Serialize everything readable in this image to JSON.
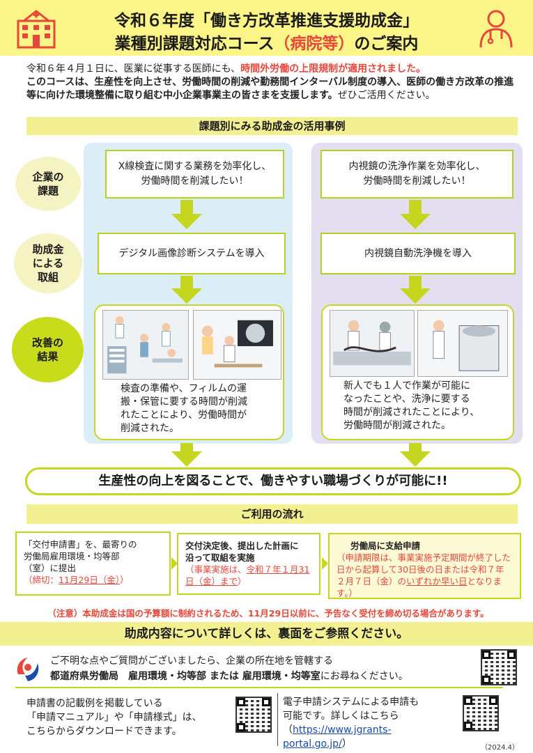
{
  "header": {
    "title_line1": "令和６年度「働き方改革推進支援助成金」",
    "title_line2_a": "業種別課題対応コース",
    "title_line2_b": "（病院等）",
    "title_line2_c": "のご案内"
  },
  "intro": {
    "p1": "令和６年４月１日に、医業に従事する医師にも、",
    "p1_red": "時間外労働の上限規制が適用されました。",
    "p2_bold": "このコースは、生産性を向上させ、労働時間の削減や勤務間インターバル制度の導入、医師の働き方改革の推進等に向けた環境整備に取り組む中小企業事業主の皆さまを支援します。",
    "p2_rest": "ぜひご活用ください。"
  },
  "section_cases": {
    "title": "課題別にみる助成金の活用事例"
  },
  "labels": {
    "issue": [
      "企業の",
      "課題"
    ],
    "action": [
      "助成金",
      "による",
      "取組"
    ],
    "result": [
      "改善の",
      "結果"
    ]
  },
  "cases": {
    "left": {
      "issue": [
        "X線検査に関する業務を効率化し、",
        "労働時間を削減したい！"
      ],
      "action": "デジタル画像診断システムを導入",
      "result": [
        "検査の準備や、フィルムの運",
        "搬・保管に要する時間が削減",
        "れたことにより、労働時間が",
        "削減された。"
      ]
    },
    "right": {
      "issue": [
        "内視鏡の洗浄作業を効率化し、",
        "労働時間を削減したい！"
      ],
      "action": "内視鏡自動洗浄機を導入",
      "result": [
        "新人でも１人で作業が可能に",
        "なったことや、洗浄に要する",
        "時間が削減されたことにより、",
        "労働時間が削減された。"
      ]
    }
  },
  "banner": "生産性の向上を図ることで、働きやすい職場づくりが可能に!!",
  "section_flow": {
    "title": "ご利用の流れ"
  },
  "flow": {
    "step1": {
      "line1": "「交付申請書」を、最寄りの",
      "line2": "労働局雇用環境・均等部",
      "line3": "（室）に提出",
      "deadline_prefix": "（締切：",
      "deadline": "11月29日（金）",
      "deadline_suffix": "）"
    },
    "step2": {
      "line1": "交付決定後、提出した計画に",
      "line2": "沿って取組を実施",
      "detail_prefix": "（事業実施は、",
      "detail_date": "令和７年１月31日（金）まで",
      "detail_suffix": "）"
    },
    "step3": {
      "title": "労働局に支給申請",
      "detail_a": "（申請期限は、事業実施予定期間が終了した日から起算して30日後の日または令和７年２月７日（金）の",
      "detail_u": "いずれか早い日",
      "detail_b": "となります。）"
    }
  },
  "note": "（注意）本助成金は国の予算額に制約されるため、11月29日以前に、予告なく受付を締め切る場合があります。",
  "section_detail": {
    "title": "助成内容について詳しくは、裏面をご参照ください。"
  },
  "contact": {
    "line1": "ご不明な点やご質問がございましたら、企業の所在地を管轄する",
    "line2_bold": "都道府県労働局　雇用環境・均等部 または 雇用環境・均等室",
    "line2_rest": "にお尋ねください。"
  },
  "download": {
    "line1": "申請書の記載例を掲載している",
    "line2": "「申請マニュアル」や「申請様式」は、",
    "line3": "こちらからダウンロードできます。"
  },
  "esystem": {
    "line1": "電子申請システムによる申請も",
    "line2": "可能です。詳しくはこちら",
    "link_prefix": "（",
    "link": "https://www.jgrants-portal.go.jp/",
    "link_suffix": "）"
  },
  "date": "（2024.4）",
  "colors": {
    "accent_yellow": "#fbf486",
    "accent_green": "#c6d61f",
    "red": "#e8463a"
  },
  "icons": [
    "hospital-icon",
    "doctor-icon",
    "ministry-logo-icon",
    "qr-code-icon"
  ]
}
